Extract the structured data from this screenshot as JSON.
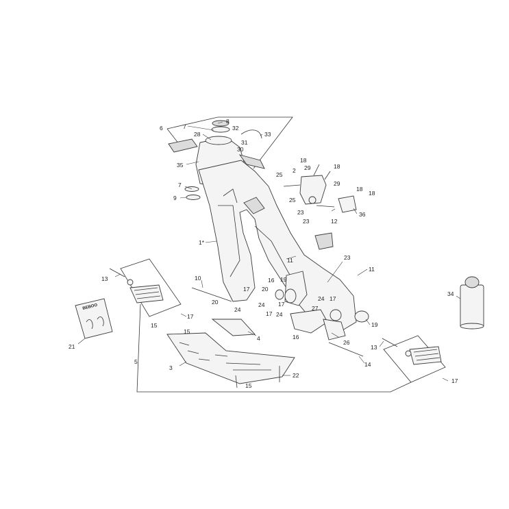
{
  "diagram": {
    "callouts": {
      "c1": "1*",
      "c2": "2",
      "c3": "3",
      "c4": "4",
      "c5": "5",
      "c6": "6",
      "c7a": "7",
      "c7b": "7",
      "c8": "8",
      "c9": "9",
      "c10": "10",
      "c11a": "11",
      "c11b": "11",
      "c12": "12",
      "c13a": "13",
      "c13b": "13",
      "c14": "14",
      "c15a": "15",
      "c15b": "15",
      "c15c": "15",
      "c16a": "16",
      "c16b": "16",
      "c17a": "17",
      "c17b": "17",
      "c17c": "17",
      "c17d": "17",
      "c17e": "17",
      "c18a": "18",
      "c18b": "18",
      "c18c": "18",
      "c18d": "18",
      "c19a": "19",
      "c19b": "19",
      "c20a": "20",
      "c20b": "20",
      "c21": "21",
      "c22": "22",
      "c23a": "23",
      "c23b": "23",
      "c23c": "23",
      "c24a": "24",
      "c24b": "24",
      "c24c": "24",
      "c24d": "24",
      "c25a": "25",
      "c25b": "25",
      "c26": "26",
      "c27": "27",
      "c28": "28",
      "c29a": "29",
      "c29b": "29",
      "c30": "30",
      "c31": "31",
      "c32": "32",
      "c33": "33",
      "c34": "34",
      "c35": "35",
      "c36": "36"
    },
    "sticker_logo": "BEBOO",
    "colors": {
      "line": "#333333",
      "part_fill": "#f4f4f4",
      "shade": "#dcdcdc"
    }
  }
}
